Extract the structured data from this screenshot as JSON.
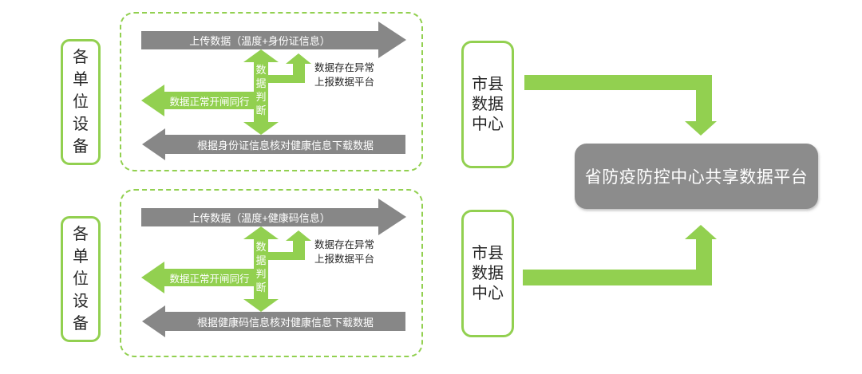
{
  "colors": {
    "green": "#92d050",
    "arrow_gray": "#878787",
    "platform_gray": "#8c8c8c",
    "text_dark": "#262626"
  },
  "flows": [
    {
      "device_label": "各单位设备",
      "upload_label": "上传数据（温度+身份证信息）",
      "judge_label": "数据判断",
      "abnormal_label": "数据存在异常\n上报数据平台",
      "normal_label": "数据正常开闸同行",
      "download_label": "根据身份证信息核对健康信息下载数据"
    },
    {
      "device_label": "各单位设备",
      "upload_label": "上传数据（温度+健康码信息）",
      "judge_label": "数据判断",
      "abnormal_label": "数据存在异常\n上报数据平台",
      "normal_label": "数据正常开闸同行",
      "download_label": "根据健康码信息核对健康信息下载数据"
    }
  ],
  "centers": [
    {
      "label": "市县数据中心"
    },
    {
      "label": "市县数据中心"
    }
  ],
  "platform": {
    "label": "省防疫防控中心共享数据平台"
  }
}
